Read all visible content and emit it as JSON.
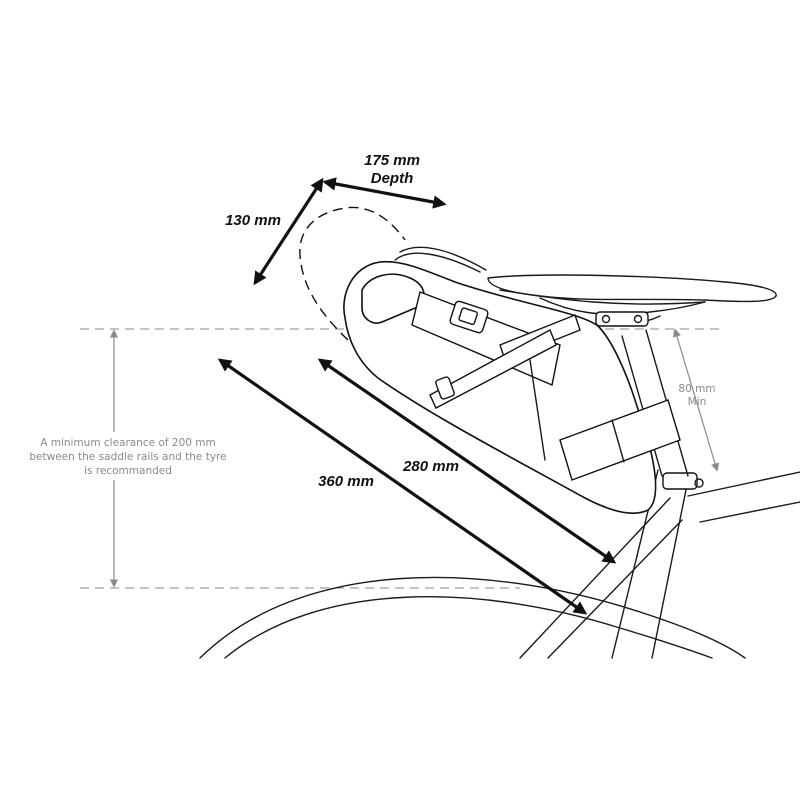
{
  "labels": {
    "depth_line1": "175 mm",
    "depth_line2": "Depth",
    "height": "130 mm",
    "length_max": "360 mm",
    "length_min": "280 mm",
    "seatpost_line1": "80 mm",
    "seatpost_line2": "Min",
    "clearance_line1": "A minimum clearance of 200 mm",
    "clearance_line2": "between the saddle rails and the tyre",
    "clearance_line3": "is recommanded"
  },
  "colors": {
    "line": "#111111",
    "guide": "#888888",
    "annotation_text": "#8a8a8a"
  },
  "icons": {
    "arrow_heads": "double-arrow-icon"
  }
}
